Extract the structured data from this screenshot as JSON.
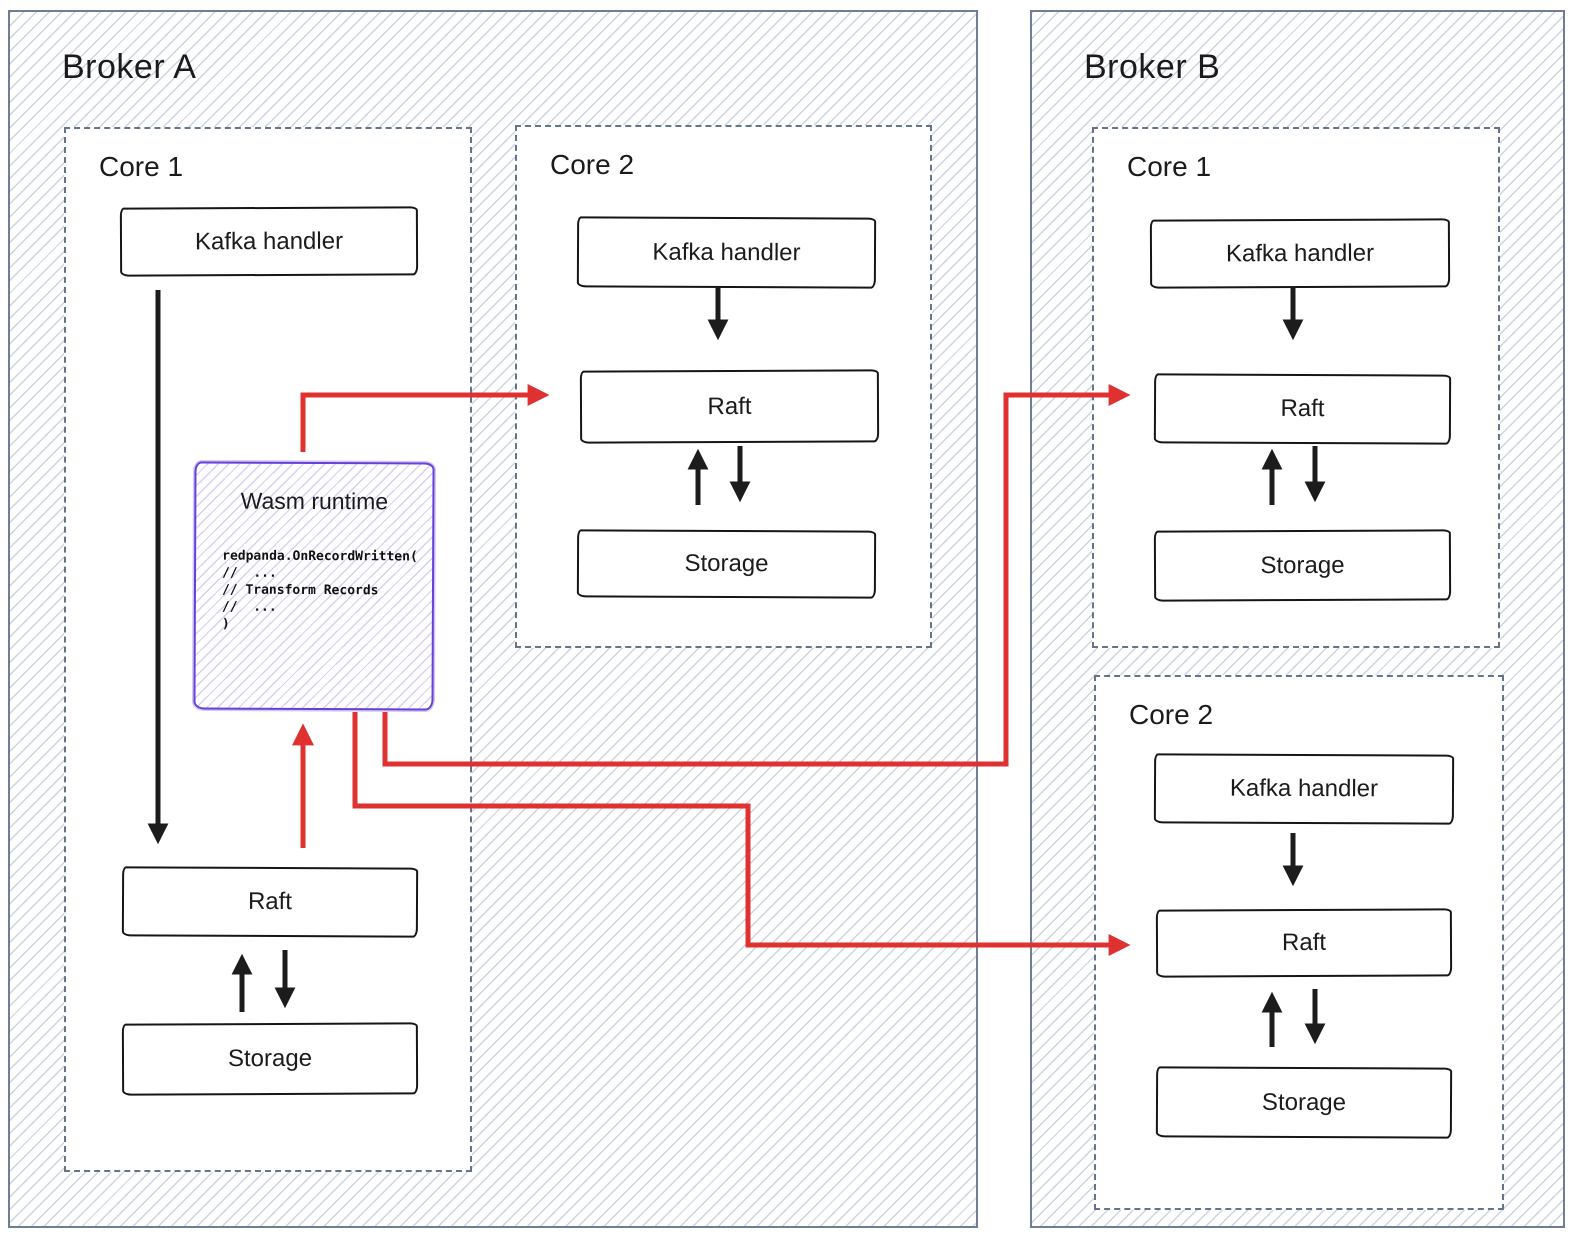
{
  "colors": {
    "red_arrow": "#e03131",
    "purple": "#6741d9",
    "broker_border": "#707e95",
    "core_border": "#64748b",
    "box_border": "#161616",
    "hatch_line": "#ccd4e0"
  },
  "brokers": [
    {
      "title": "Broker A",
      "cores": [
        {
          "label": "Core 1",
          "kafka": "Kafka handler",
          "raft": "Raft",
          "storage": "Storage"
        },
        {
          "label": "Core 2",
          "kafka": "Kafka handler",
          "raft": "Raft",
          "storage": "Storage"
        }
      ]
    },
    {
      "title": "Broker B",
      "cores": [
        {
          "label": "Core 1",
          "kafka": "Kafka handler",
          "raft": "Raft",
          "storage": "Storage"
        },
        {
          "label": "Core 2",
          "kafka": "Kafka handler",
          "raft": "Raft",
          "storage": "Storage"
        }
      ]
    }
  ],
  "wasm": {
    "title": "Wasm runtime",
    "code": "redpanda.OnRecordWritten(\n//  ...\n// Transform Records\n//  ...\n)"
  }
}
